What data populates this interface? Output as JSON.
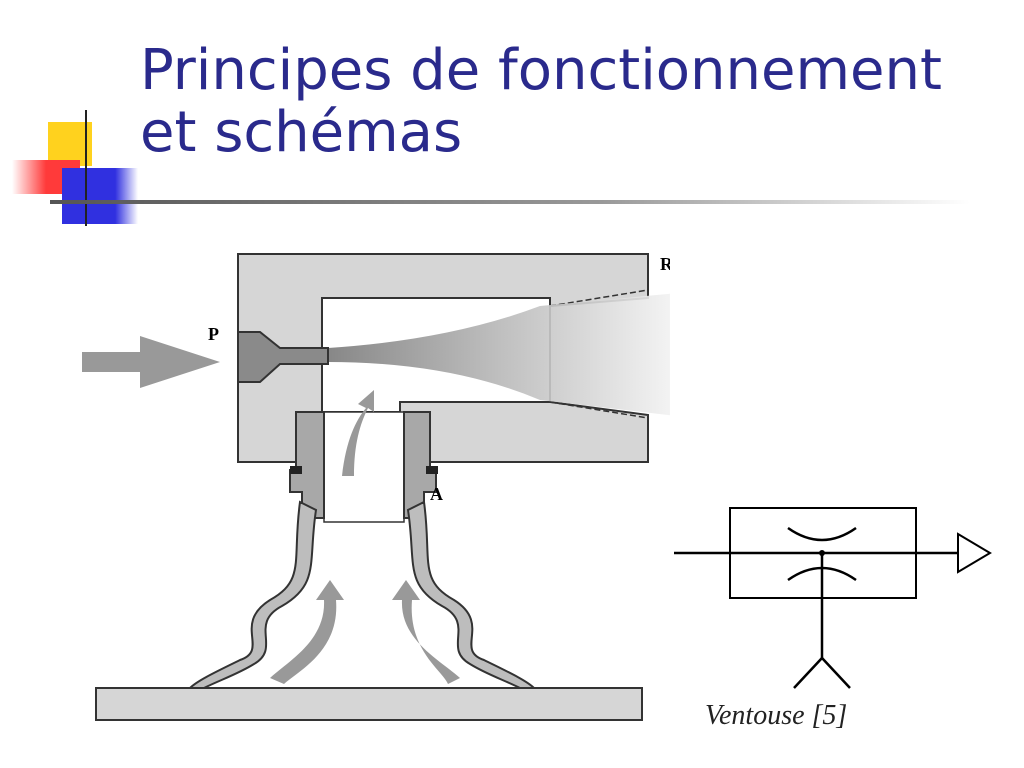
{
  "slide": {
    "title_line1": "Principes de fonctionnement",
    "title_line2": "et schémas"
  },
  "diagram": {
    "label_p": "P",
    "label_r": "R",
    "label_a": "A",
    "symbol_caption": "Ventouse [5]"
  },
  "colors": {
    "title": "#2a2a8c",
    "deco_yellow": "#ffd21e",
    "deco_red": "#ff3a3a",
    "deco_blue": "#3030e0",
    "body_gray": "#d6d6d6",
    "dark_gray": "#8a8a8a"
  }
}
